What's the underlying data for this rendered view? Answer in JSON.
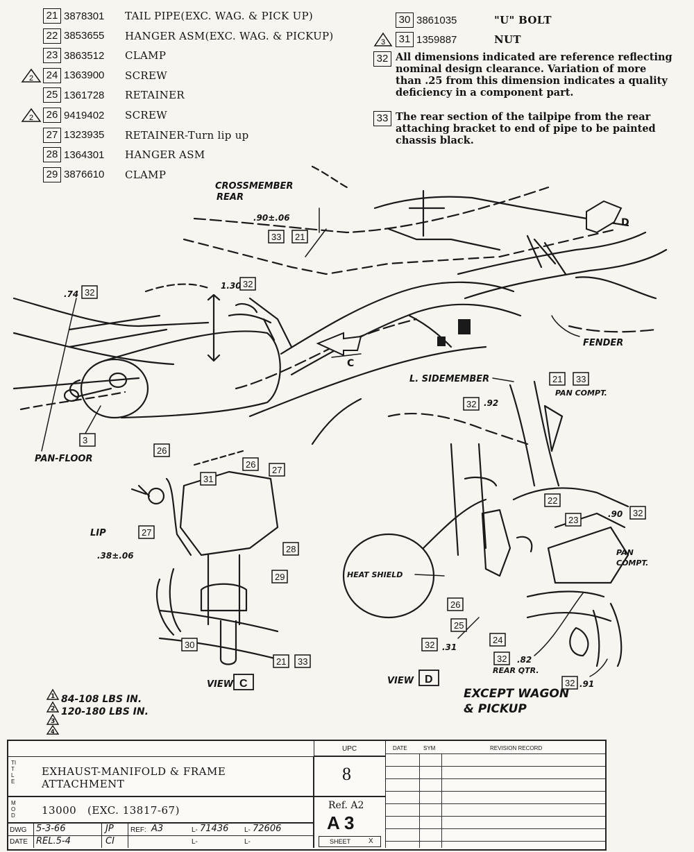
{
  "parts_left": [
    {
      "torque": "",
      "num": "21",
      "part_no": "3878301",
      "desc": "TAIL PIPE(EXC. WAG. & PICK UP)"
    },
    {
      "torque": "",
      "num": "22",
      "part_no": "3853655",
      "desc": "HANGER ASM(EXC. WAG. & PICKUP)"
    },
    {
      "torque": "",
      "num": "23",
      "part_no": "3863512",
      "desc": "CLAMP"
    },
    {
      "torque": "2",
      "num": "24",
      "part_no": "1363900",
      "desc": "SCREW"
    },
    {
      "torque": "",
      "num": "25",
      "part_no": "1361728",
      "desc": "RETAINER"
    },
    {
      "torque": "2",
      "num": "26",
      "part_no": "9419402",
      "desc": "SCREW"
    },
    {
      "torque": "",
      "num": "27",
      "part_no": "1323935",
      "desc": "RETAINER-Turn lip up"
    },
    {
      "torque": "",
      "num": "28",
      "part_no": "1364301",
      "desc": "HANGER ASM"
    },
    {
      "torque": "",
      "num": "29",
      "part_no": "3876610",
      "desc": "CLAMP"
    }
  ],
  "parts_right": [
    {
      "torque": "",
      "num": "30",
      "part_no": "3861035",
      "desc": "\"U\" BOLT"
    },
    {
      "torque": "3",
      "num": "31",
      "part_no": "1359887",
      "desc": "NUT"
    }
  ],
  "notes": [
    {
      "num": "32",
      "text": "All dimensions indicated are reference reflecting nominal design clearance. Variation of more than .25 from this dimension indicates a quality deficiency in a component part."
    },
    {
      "num": "33",
      "text": "The rear section of the tailpipe from the rear attaching bracket to end of pipe to be painted chassis black."
    }
  ],
  "diagram_labels": {
    "cross_member": "CROSSMEMBER",
    "rear": "REAR",
    "dim_090": ".90±.06",
    "dim_074": ".74",
    "dim_130": "1.30",
    "dim_038": ".38±.06",
    "dim_092": ".92",
    "dim_090b": ".90",
    "dim_031": ".31",
    "dim_082": ".82",
    "dim_091": ".91",
    "pan_floor": "PAN-FLOOR",
    "lip": "LIP",
    "fender": "FENDER",
    "side_member": "L. SIDEMEMBER",
    "pan_compt": "PAN COMPT.",
    "pan_compt2a": "PAN",
    "pan_compt2b": "COMPT.",
    "heat_shield": "HEAT SHIELD",
    "rear_qtr": "REAR QTR.",
    "view_c": "VIEW",
    "view_c_letter": "C",
    "view_d": "VIEW",
    "view_d_letter": "D",
    "arrow_c": "C",
    "arrow_d": "D",
    "except_1": "EXCEPT WAGON",
    "except_2": "& PICKUP"
  },
  "callouts": {
    "c3": "3",
    "c21": "21",
    "c33a": "33",
    "c32a": "32",
    "c32b": "32",
    "c26a": "26",
    "c26b": "26",
    "c27a": "27",
    "c27b": "27",
    "c31": "31",
    "c28": "28",
    "c29": "29",
    "c30": "30",
    "c21b": "21",
    "c33b": "33",
    "c21c": "21",
    "c33c": "33",
    "c32c": "32",
    "c22": "22",
    "c23": "23",
    "c32d": "32",
    "c26c": "26",
    "c25": "25",
    "c24": "24",
    "c32e": "32",
    "c32f": "32",
    "c32g": "32"
  },
  "torque_legend": [
    {
      "num": "1",
      "text": "84-108 LBS IN."
    },
    {
      "num": "2",
      "text": "120-180 LBS IN."
    },
    {
      "num": "3",
      "text": ""
    },
    {
      "num": "4",
      "text": ""
    }
  ],
  "title_block": {
    "title_tag": "TITLE",
    "title_line1": "EXHAUST-MANIFOLD & FRAME",
    "title_line2": "ATTACHMENT",
    "mod_tag": "MOD",
    "model": "13000   (EXC. 13817-67)",
    "upc_label": "UPC",
    "upc_value": "8",
    "ref": "Ref. A2",
    "sheet_code": "A 3",
    "sheet_label": "SHEET",
    "date_label": "DATE",
    "sym_label": "SYM",
    "revision_label": "REVISION RECORD",
    "dwg_label": "DWG",
    "date_row_label": "DATE",
    "dwg_date": "5-3-66",
    "dwg_init": "JP",
    "rel_date": "REL.5-4",
    "rel_init": "CI",
    "ref_label": "REF:",
    "ref_value": "A3",
    "l1_label": "L-",
    "l1_value": "71436",
    "l2_label": "L-",
    "l2_value": "72606",
    "l3_label": "L-",
    "l4_label": "L-",
    "sheet_mark": "X"
  }
}
